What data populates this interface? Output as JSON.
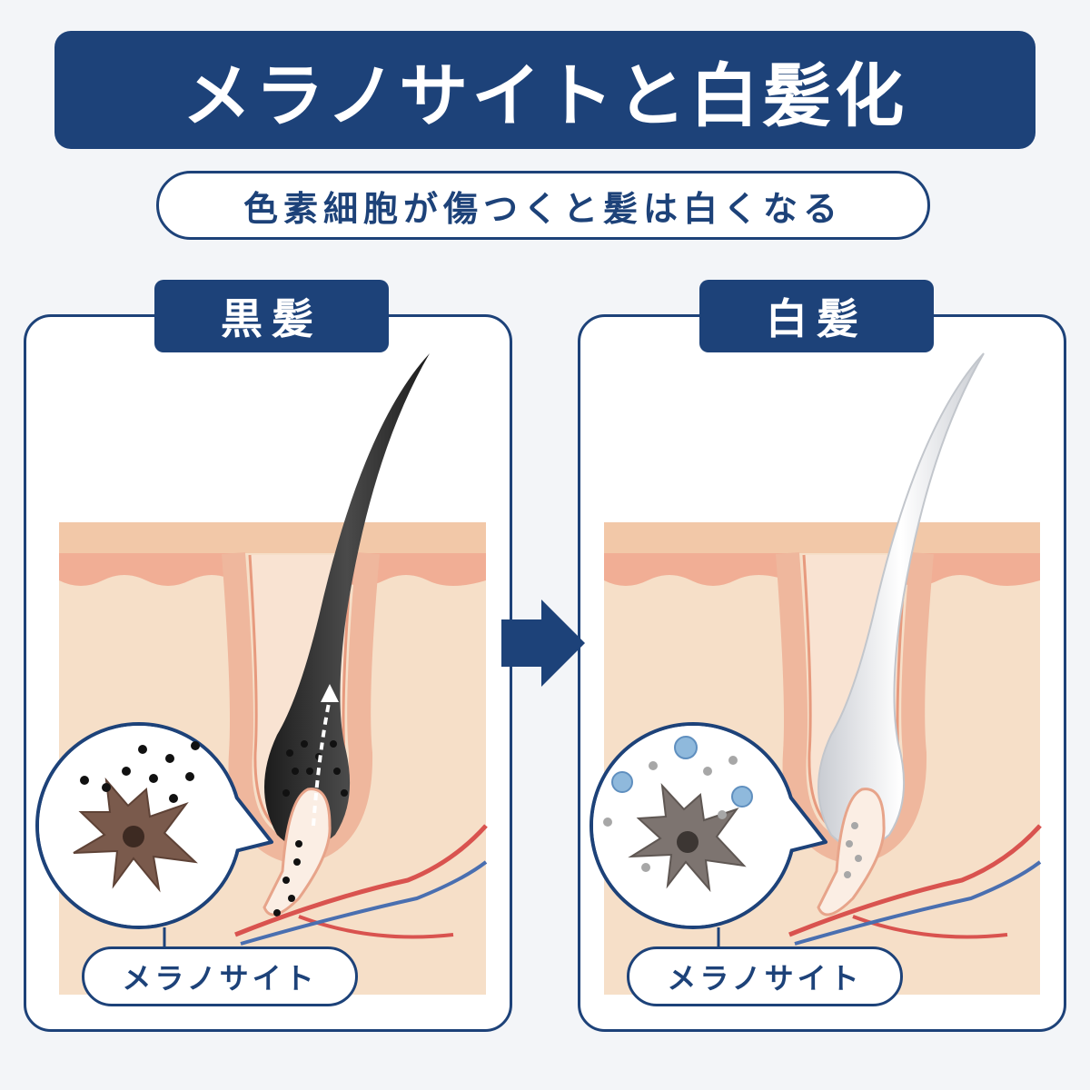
{
  "header": {
    "title": "メラノサイトと白髪化",
    "subtitle": "色素細胞が傷つくと髪は白くなる"
  },
  "panels": [
    {
      "label": "黒髪",
      "callout": "メラノサイト",
      "hair_color": "#2e2e2e",
      "melanocyte_color": "#7a5a4c"
    },
    {
      "label": "白髪",
      "callout": "メラノサイト",
      "hair_color": "#e4e6ea",
      "melanocyte_color": "#7d7470"
    }
  ],
  "colors": {
    "navy": "#1d4279",
    "skin": "#f6dfc8",
    "skin_layer": "#efb79d",
    "vessel_red": "#d9534f",
    "vessel_blue": "#4a6fb0",
    "damage_particle": "#8fb9dc"
  }
}
